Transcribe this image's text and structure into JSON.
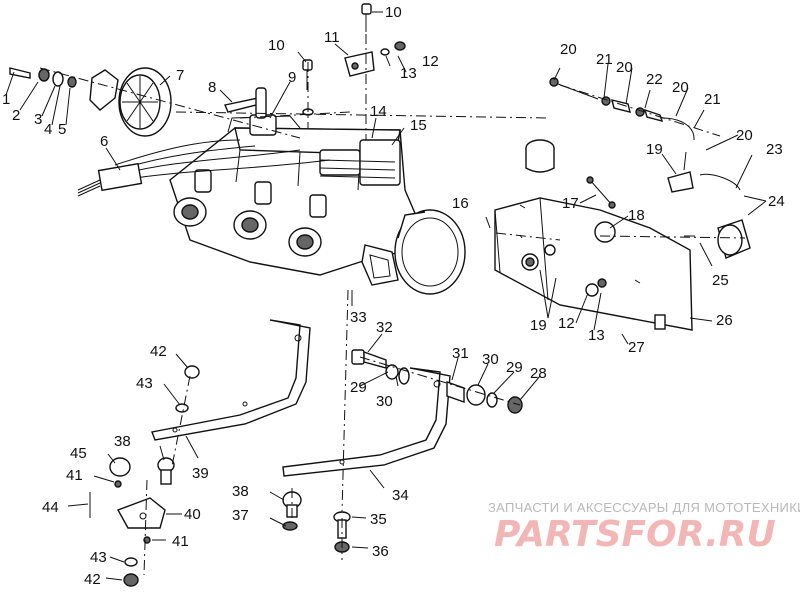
{
  "diagram": {
    "callouts": [
      {
        "id": "c1",
        "label": "1"
      },
      {
        "id": "c2",
        "label": "2"
      },
      {
        "id": "c3",
        "label": "3"
      },
      {
        "id": "c4",
        "label": "4"
      },
      {
        "id": "c5",
        "label": "5"
      },
      {
        "id": "c6",
        "label": "6"
      },
      {
        "id": "c7",
        "label": "7"
      },
      {
        "id": "c8",
        "label": "8"
      },
      {
        "id": "c9",
        "label": "9"
      },
      {
        "id": "c10a",
        "label": "10"
      },
      {
        "id": "c10b",
        "label": "10"
      },
      {
        "id": "c11",
        "label": "11"
      },
      {
        "id": "c12a",
        "label": "12"
      },
      {
        "id": "c13a",
        "label": "13"
      },
      {
        "id": "c14",
        "label": "14"
      },
      {
        "id": "c15",
        "label": "15"
      },
      {
        "id": "c16",
        "label": "16"
      },
      {
        "id": "c17",
        "label": "17"
      },
      {
        "id": "c18",
        "label": "18"
      },
      {
        "id": "c19a",
        "label": "19"
      },
      {
        "id": "c19b",
        "label": "19"
      },
      {
        "id": "c20a",
        "label": "20"
      },
      {
        "id": "c20b",
        "label": "20"
      },
      {
        "id": "c20c",
        "label": "20"
      },
      {
        "id": "c20d",
        "label": "20"
      },
      {
        "id": "c21a",
        "label": "21"
      },
      {
        "id": "c21b",
        "label": "21"
      },
      {
        "id": "c22",
        "label": "22"
      },
      {
        "id": "c23",
        "label": "23"
      },
      {
        "id": "c24",
        "label": "24"
      },
      {
        "id": "c25",
        "label": "25"
      },
      {
        "id": "c26",
        "label": "26"
      },
      {
        "id": "c27",
        "label": "27"
      },
      {
        "id": "c12b",
        "label": "12"
      },
      {
        "id": "c13b",
        "label": "13"
      },
      {
        "id": "c28",
        "label": "28"
      },
      {
        "id": "c29a",
        "label": "29"
      },
      {
        "id": "c29b",
        "label": "29"
      },
      {
        "id": "c30a",
        "label": "30"
      },
      {
        "id": "c30b",
        "label": "30"
      },
      {
        "id": "c31",
        "label": "31"
      },
      {
        "id": "c32",
        "label": "32"
      },
      {
        "id": "c33",
        "label": "33"
      },
      {
        "id": "c34",
        "label": "34"
      },
      {
        "id": "c35",
        "label": "35"
      },
      {
        "id": "c36",
        "label": "36"
      },
      {
        "id": "c37",
        "label": "37"
      },
      {
        "id": "c38a",
        "label": "38"
      },
      {
        "id": "c38b",
        "label": "38"
      },
      {
        "id": "c39",
        "label": "39"
      },
      {
        "id": "c40",
        "label": "40"
      },
      {
        "id": "c41a",
        "label": "41"
      },
      {
        "id": "c41b",
        "label": "41"
      },
      {
        "id": "c42a",
        "label": "42"
      },
      {
        "id": "c42b",
        "label": "42"
      },
      {
        "id": "c43a",
        "label": "43"
      },
      {
        "id": "c43b",
        "label": "43"
      },
      {
        "id": "c44",
        "label": "44"
      },
      {
        "id": "c45",
        "label": "45"
      }
    ]
  },
  "watermark": {
    "caption": "ЗАПЧАСТИ И АКСЕССУАРЫ ДЛЯ МОТОТЕХНИКИ",
    "logo": "PARTSFOR.RU"
  }
}
